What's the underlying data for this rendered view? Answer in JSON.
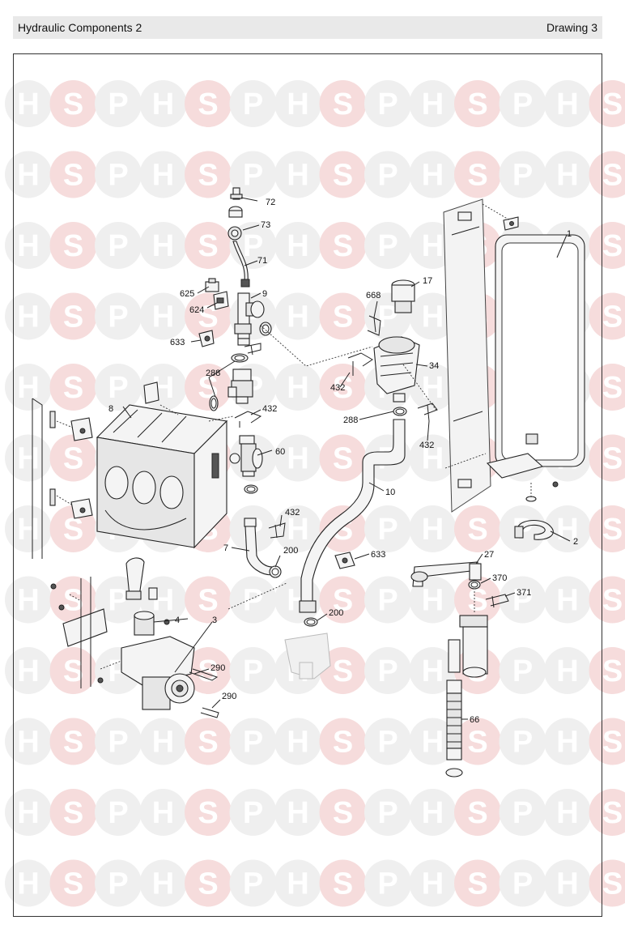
{
  "header": {
    "title": "Hydraulic Components 2",
    "drawing": "Drawing 3"
  },
  "watermark": {
    "letters": [
      "H",
      "S",
      "P"
    ],
    "circle_color": "#efefef",
    "accent_color": "#f6dcdc",
    "letter_color": "#ffffff"
  },
  "parts": {
    "p1": "1",
    "p2": "2",
    "p3": "3",
    "p4": "4",
    "p7": "7",
    "p8": "8",
    "p9": "9",
    "p10": "10",
    "p17": "17",
    "p27": "27",
    "p34": "34",
    "p60": "60",
    "p66": "66",
    "p71": "71",
    "p72": "72",
    "p73": "73",
    "p200a": "200",
    "p200b": "200",
    "p288a": "288",
    "p288b": "288",
    "p290a": "290",
    "p290b": "290",
    "p370": "370",
    "p371": "371",
    "p432a": "432",
    "p432b": "432",
    "p432c": "432",
    "p432d": "432",
    "p624": "624",
    "p625": "625",
    "p633a": "633",
    "p633b": "633",
    "p668": "668"
  }
}
